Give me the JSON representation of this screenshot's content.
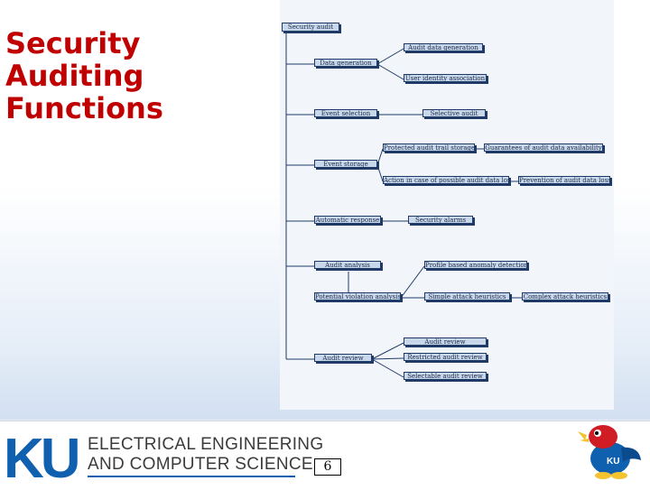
{
  "title": {
    "line1": "Security",
    "line2": "Auditing",
    "line3": "Functions"
  },
  "diagram": {
    "root": "Security audit",
    "nodes": {
      "data_generation": "Data generation",
      "audit_data_generation": "Audit data generation",
      "user_identity_association": "User identity association",
      "event_selection": "Event selection",
      "selective_audit": "Selective audit",
      "protected_audit_trail_storage": "Protected audit trail storage",
      "guarantees_of_audit_data_availability": "Guarantees of audit data availability",
      "event_storage": "Event storage",
      "action_in_case_of_possible_audit_data_loss": "Action in case of possible audit data loss",
      "prevention_of_audit_data_loss": "Prevention of audit data loss",
      "automatic_response": "Automatic response",
      "security_alarms": "Security alarms",
      "audit_analysis": "Audit analysis",
      "profile_based_anomaly_detection": "Profile based anomaly detection",
      "potential_violation_analysis": "Potential violation analysis",
      "simple_attack_heuristics": "Simple attack heuristics",
      "complex_attack_heuristics": "Complex attack heuristics",
      "audit_review": "Audit review",
      "audit_review_sub": "Audit review",
      "restricted_audit_review": "Restricted audit review",
      "selectable_audit_review": "Selectable audit review"
    }
  },
  "footer": {
    "logo_text": "KU",
    "dept_line1": "ELECTRICAL ENGINEERING",
    "dept_line2": "AND COMPUTER SCIENCE",
    "page_number": "6",
    "colors": {
      "ku_blue": "#1060b0",
      "title_red": "#c00000"
    }
  }
}
